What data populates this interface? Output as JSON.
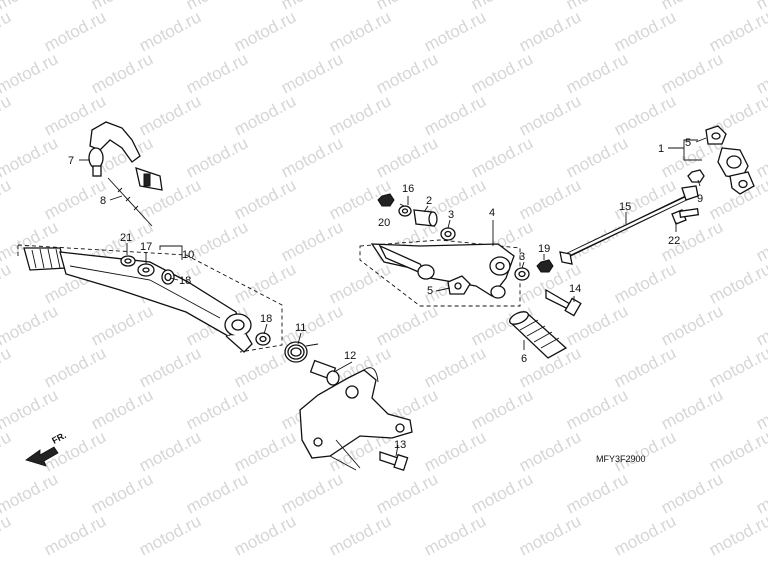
{
  "watermark": "motod.ru",
  "diagram_code": "MFY3F2900",
  "direction_marker": "FR.",
  "callouts": {
    "c1": "1",
    "c2": "2",
    "c3a": "3",
    "c3b": "3",
    "c4": "4",
    "c5a": "5",
    "c5b": "5",
    "c6": "6",
    "c7": "7",
    "c8": "8",
    "c9": "9",
    "c10": "10",
    "c11": "11",
    "c12": "12",
    "c13": "13",
    "c14": "14",
    "c15": "15",
    "c16": "16",
    "c17": "17",
    "c18a": "18",
    "c18b": "18",
    "c19": "19",
    "c20": "20",
    "c21": "21",
    "c22": "22"
  }
}
